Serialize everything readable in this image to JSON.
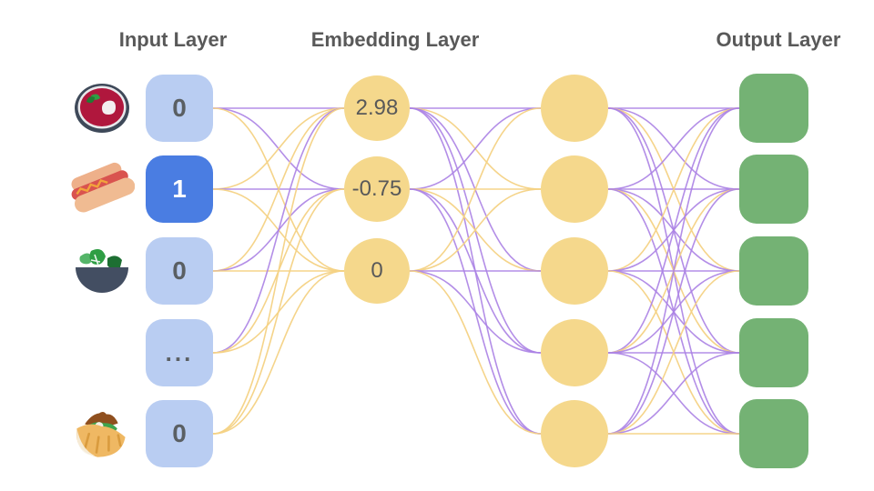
{
  "palette": {
    "title_text": "#595959",
    "value_text": "#5a5f63",
    "value_text_active": "#ffffff",
    "node_input": "#b9cdf2",
    "node_input_active": "#4a7de2",
    "node_embedding": "#f5d88c",
    "node_output": "#74b274",
    "edge_purple": "#ab82e4",
    "edge_yellow": "#f4d284"
  },
  "titles": {
    "input": "Input Layer",
    "embedding": "Embedding Layer",
    "output": "Output Layer"
  },
  "input": {
    "rows": [
      {
        "icon": "borscht-icon",
        "value": "0",
        "active": false
      },
      {
        "icon": "hotdog-icon",
        "value": "1",
        "active": true
      },
      {
        "icon": "salad-icon",
        "value": "0",
        "active": false
      },
      {
        "icon": null,
        "value": "...",
        "active": false
      },
      {
        "icon": "pita-icon",
        "value": "0",
        "active": false
      }
    ]
  },
  "embedding": {
    "values": [
      "2.98",
      "-0.75",
      "0"
    ]
  },
  "hidden": {
    "count": 5
  },
  "output": {
    "count": 5
  },
  "network": {
    "edges": {
      "input_embedding": [
        [
          "p",
          "p",
          "y"
        ],
        [
          "y",
          "p",
          "y"
        ],
        [
          "y",
          "p",
          "y"
        ],
        [
          "p",
          "y",
          "y"
        ],
        [
          "y",
          "y",
          "y"
        ]
      ],
      "embedding_hidden": [
        [
          "p",
          "y",
          "p",
          "p",
          "p"
        ],
        [
          "p",
          "y",
          "y",
          "p",
          "p"
        ],
        [
          "y",
          "y",
          "p",
          "p",
          "y"
        ]
      ],
      "hidden_output": [
        [
          "p",
          "p",
          "y",
          "p",
          "p"
        ],
        [
          "p",
          "p",
          "p",
          "y",
          "p"
        ],
        [
          "y",
          "p",
          "p",
          "p",
          "y"
        ],
        [
          "p",
          "y",
          "p",
          "p",
          "p"
        ],
        [
          "p",
          "p",
          "y",
          "p",
          "y"
        ]
      ]
    }
  }
}
